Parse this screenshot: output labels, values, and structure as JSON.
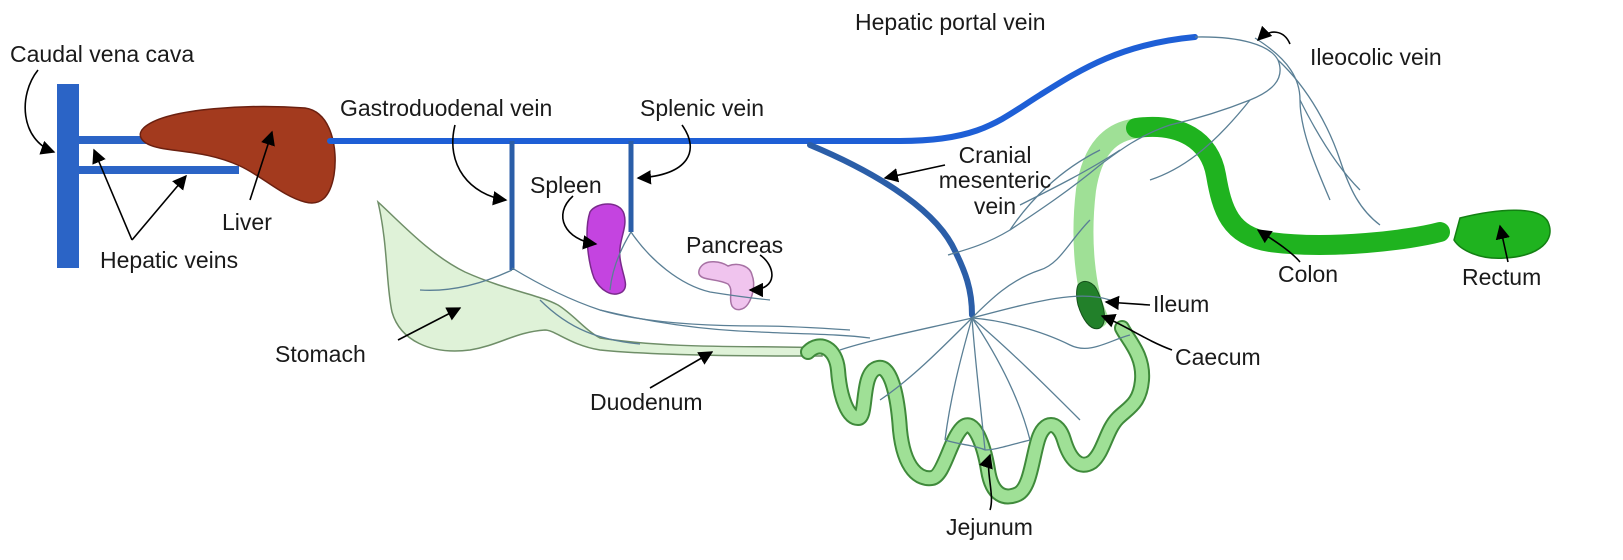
{
  "colors": {
    "vein": "#2b64c6",
    "vein_main": "#1e5fd6",
    "liver": "#a33a1e",
    "spleen": "#c444e0",
    "pancreas": "#f0c4ee",
    "stomach": "#dff2d8",
    "small_intestine": "#9fe096",
    "large_intestine": "#1fb31f",
    "caecum": "#22802a",
    "mesenteric_branch": "#5a7f95"
  },
  "labels": {
    "caudal_vena_cava": "Caudal vena cava",
    "hepatic_portal_vein": "Hepatic portal vein",
    "ileocolic_vein": "Ileocolic vein",
    "gastroduodenal_vein": "Gastroduodenal vein",
    "splenic_vein": "Splenic vein",
    "cranial_mesenteric_line1": "Cranial",
    "cranial_mesenteric_line2": "mesenteric",
    "cranial_mesenteric_line3": "vein",
    "spleen": "Spleen",
    "liver": "Liver",
    "hepatic_veins": "Hepatic veins",
    "pancreas": "Pancreas",
    "stomach": "Stomach",
    "duodenum": "Duodenum",
    "jejunum": "Jejunum",
    "ileum": "Ileum",
    "caecum": "Caecum",
    "colon": "Colon",
    "rectum": "Rectum"
  }
}
